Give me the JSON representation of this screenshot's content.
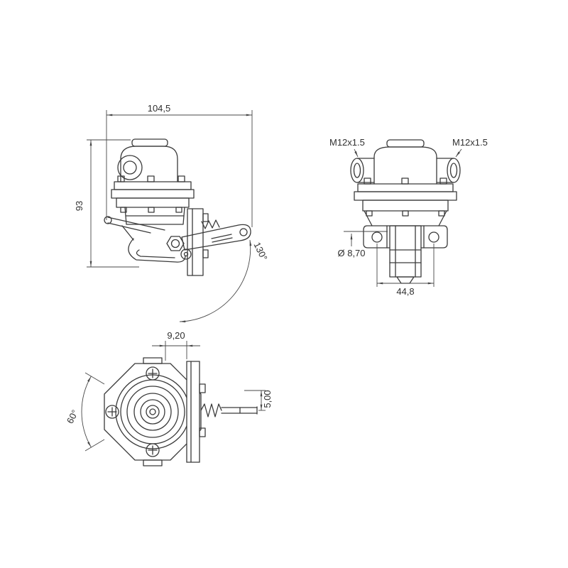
{
  "drawing": {
    "background_color": "#ffffff",
    "ink_color": "#3a3a3a",
    "dim_color": "#474747",
    "views": {
      "side": {
        "dim_width": "104,5",
        "dim_height": "93",
        "dim_lever_angle": "130°"
      },
      "front": {
        "thread_left": "M12x1.5",
        "thread_right": "M12x1.5",
        "dim_hole_diameter": "Ø 8,70",
        "dim_mount_width": "44,8"
      },
      "bottom": {
        "dim_plate_offset": "9,20",
        "dim_rod": "5,00",
        "dim_sweep_angle": "60°"
      }
    }
  }
}
